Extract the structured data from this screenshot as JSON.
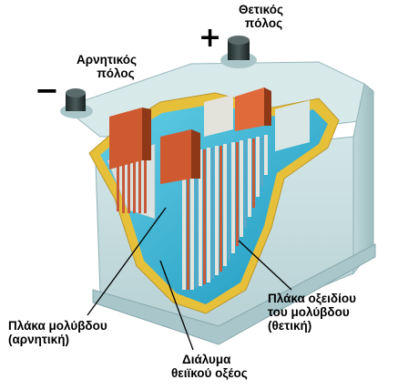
{
  "labels": {
    "positive_pole": [
      "Θετικός",
      "πόλος"
    ],
    "negative_pole": [
      "Αρνητικός",
      "πόλος"
    ],
    "lead_plate": [
      "Πλάκα μολύβδου",
      "(αρνητική)"
    ],
    "electrolyte": [
      "Διάλυμα",
      "θειϊκού οξέος"
    ],
    "lead_oxide_plate": [
      "Πλάκα οξειδίου",
      "του μολύβδου",
      "(θετική)"
    ],
    "plus_sign": "+",
    "minus_sign": "−"
  },
  "colors": {
    "casing": "#c9dfe0",
    "casing_dark": "#9bbcc0",
    "cutaway": "#e8c23c",
    "electrolyte": "#35b6d6",
    "negative_plate": "#dcdcd6",
    "positive_plate": "#c85a3a",
    "terminal": "#2e3a3a"
  },
  "icons": {
    "positive": "plus-sign",
    "negative": "minus-sign"
  }
}
